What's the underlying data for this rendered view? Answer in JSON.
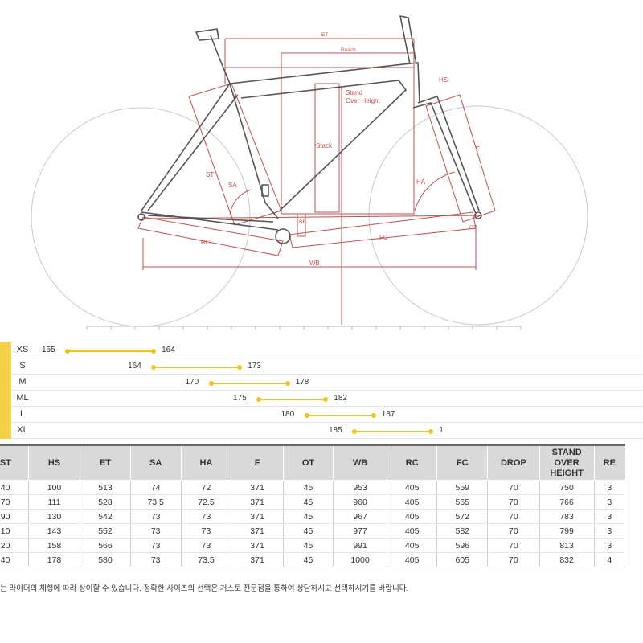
{
  "diagram": {
    "labels": {
      "et": "ET",
      "reach": "Reach",
      "hs": "HS",
      "stand_line1": "Stand",
      "stand_line2": "Over Height",
      "stack": "Stack",
      "st": "ST",
      "sa": "SA",
      "ha": "HA",
      "f": "F",
      "ot": "OT",
      "rc": "RC",
      "fc": "FC",
      "wb": "WB",
      "bb": "BB"
    },
    "colors": {
      "dimension": "#c0504d",
      "frame": "#555555",
      "wheel": "#c8c8c8"
    }
  },
  "sizes": [
    {
      "name": "XS",
      "min": "155",
      "max": "164",
      "min_val": 155,
      "max_val": 164
    },
    {
      "name": "S",
      "min": "164",
      "max": "173",
      "min_val": 164,
      "max_val": 173
    },
    {
      "name": "M",
      "min": "170",
      "max": "178",
      "min_val": 170,
      "max_val": 178
    },
    {
      "name": "ML",
      "min": "175",
      "max": "182",
      "min_val": 175,
      "max_val": 182
    },
    {
      "name": "L",
      "min": "180",
      "max": "187",
      "min_val": 180,
      "max_val": 187
    },
    {
      "name": "XL",
      "min": "185",
      "max": "1",
      "min_val": 185,
      "max_val": 193
    }
  ],
  "table": {
    "headers": [
      "ST",
      "HS",
      "ET",
      "SA",
      "HA",
      "F",
      "OT",
      "WB",
      "RC",
      "FC",
      "DROP",
      "STAND OVER HEIGHT",
      "RE"
    ],
    "rows": [
      [
        "40",
        "100",
        "513",
        "74",
        "72",
        "371",
        "45",
        "953",
        "405",
        "559",
        "70",
        "750",
        "3"
      ],
      [
        "70",
        "111",
        "528",
        "73.5",
        "72.5",
        "371",
        "45",
        "960",
        "405",
        "565",
        "70",
        "766",
        "3"
      ],
      [
        "90",
        "130",
        "542",
        "73",
        "73",
        "371",
        "45",
        "967",
        "405",
        "572",
        "70",
        "783",
        "3"
      ],
      [
        "10",
        "143",
        "552",
        "73",
        "73",
        "371",
        "45",
        "977",
        "405",
        "582",
        "70",
        "799",
        "3"
      ],
      [
        "20",
        "158",
        "566",
        "73",
        "73",
        "371",
        "45",
        "991",
        "405",
        "596",
        "70",
        "813",
        "3"
      ],
      [
        "40",
        "178",
        "580",
        "73",
        "73.5",
        "371",
        "45",
        "1000",
        "405",
        "605",
        "70",
        "832",
        "4"
      ]
    ]
  },
  "note": "는 라이더의 체형에 따라 상이할 수 있습니다. 정확한 사이즈의 선택은 거스토 전문점을 통하여 상담하시고 선택하시기를 바랍니다."
}
